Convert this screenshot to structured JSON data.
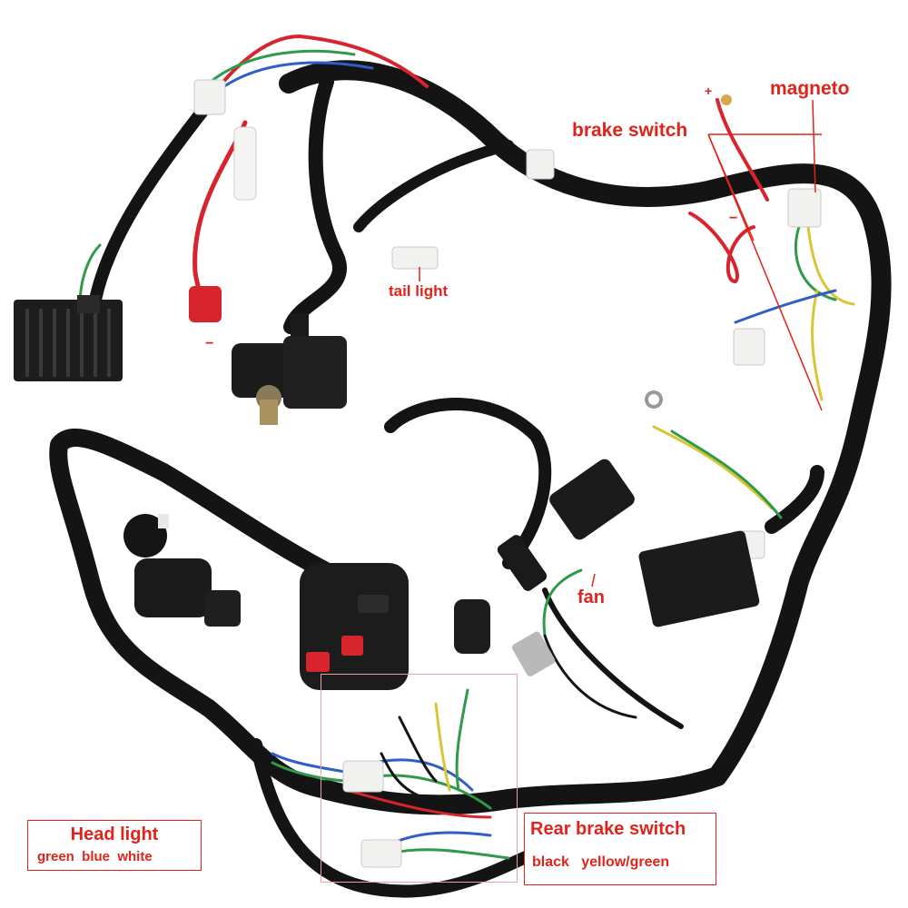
{
  "labels": {
    "magneto": "magneto",
    "brake_switch": "brake switch",
    "tail_light": "tail light",
    "fan": "fan",
    "plus_top": "+",
    "plus_left": "+",
    "minus_left": "−",
    "minus_right": "−"
  },
  "head_light": {
    "title": "Head light",
    "colors": "green  blue  white"
  },
  "rear_brake_switch": {
    "title": "Rear brake switch",
    "colors": "black   yellow/green"
  },
  "colors": {
    "annotation": "#e0241b",
    "harness": "#121212",
    "wire_red": "#d8242c",
    "wire_green": "#2f9a4a",
    "wire_blue": "#2f5fc4",
    "wire_yellow": "#d9c536",
    "connector_white": "#f1f1ef"
  }
}
